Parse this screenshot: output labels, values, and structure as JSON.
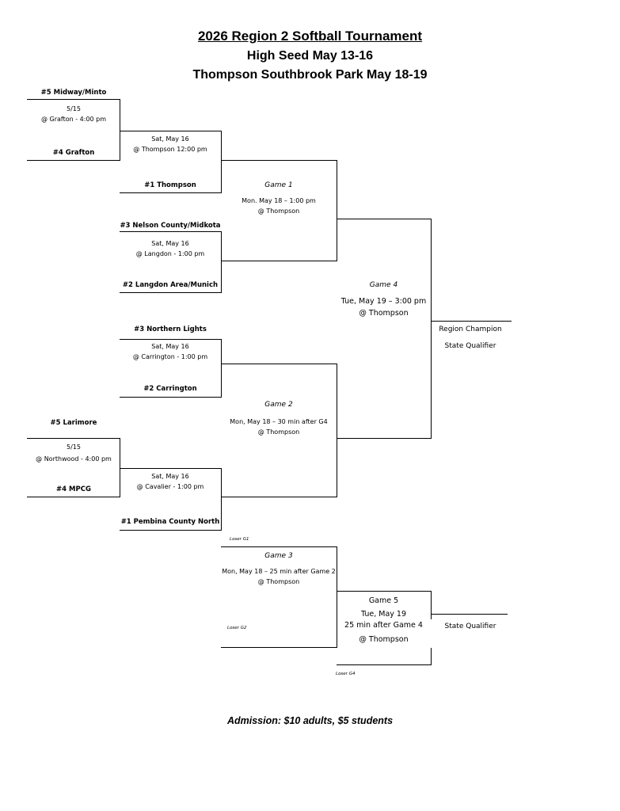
{
  "header": {
    "title": "2026 Region 2 Softball Tournament",
    "subtitle1": "High Seed May 13-16",
    "subtitle2": "Thompson Southbrook Park May 18-19"
  },
  "play_in_1": {
    "team_top": "#5 Midway/Minto",
    "team_bottom": "#4 Grafton",
    "date": "5/15",
    "location": "@ Grafton - 4:00 pm"
  },
  "qf_1": {
    "date": "Sat, May 16",
    "location": "@ Thompson 12:00 pm",
    "team_bottom": "#1 Thompson"
  },
  "qf_2": {
    "team_top": "#3 Nelson County/Midkota",
    "date": "Sat, May 16",
    "location": "@ Langdon - 1:00 pm",
    "team_bottom": "#2 Langdon Area/Munich"
  },
  "qf_3": {
    "team_top": "#3 Northern Lights",
    "date": "Sat, May 16",
    "location": "@ Carrington - 1:00 pm",
    "team_bottom": "#2 Carrington"
  },
  "play_in_2": {
    "team_top": "#5 Larimore",
    "team_bottom": "#4 MPCG",
    "date": "5/15",
    "location": "@ Northwood - 4:00 pm"
  },
  "qf_4": {
    "date": "Sat, May 16",
    "location": "@ Cavalier - 1:00 pm",
    "team_bottom": "#1 Pembina County North"
  },
  "game1": {
    "name": "Game 1",
    "time": "Mon. May 18 – 1:00 pm",
    "location": "@ Thompson"
  },
  "game2": {
    "name": "Game 2",
    "time": "Mon, May 18 – 30 min after G4",
    "location": "@ Thompson"
  },
  "game3": {
    "name": "Game 3",
    "time": "Mon, May 18 – 25 min  after Game 2",
    "location": "@ Thompson",
    "loser_top": "Loser G1",
    "loser_bottom": "Loser G2"
  },
  "game4": {
    "name": "Game 4",
    "time": "Tue, May 19 – 3:00 pm",
    "location": "@ Thompson"
  },
  "game5": {
    "name": "Game 5",
    "date": "Tue, May 19",
    "time": "25 min after Game 4",
    "location": "@ Thompson",
    "loser_bottom": "Loser G4"
  },
  "results": {
    "champion": "Region Champion",
    "qualifier1": "State Qualifier",
    "qualifier2": "State Qualifier"
  },
  "footer": {
    "admission": "Admission: $10 adults, $5 students"
  }
}
